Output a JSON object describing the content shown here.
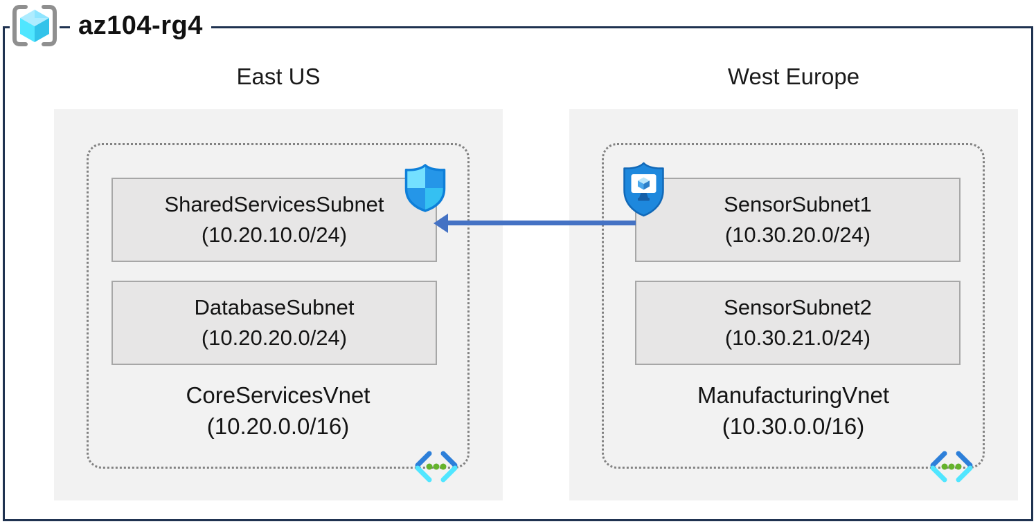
{
  "diagram": {
    "resource_group": {
      "name": "az104-rg4",
      "icon": "resource-group-brackets-cube"
    },
    "regions": [
      {
        "name": "East US",
        "vnet": {
          "name": "CoreServicesVnet",
          "cidr": "(10.20.0.0/16)",
          "icon": "virtual-network-chevrons",
          "subnets": [
            {
              "name": "SharedServicesSubnet",
              "cidr": "(10.20.10.0/24)",
              "badge_icon": "network-security-group-shield"
            },
            {
              "name": "DatabaseSubnet",
              "cidr": "(10.20.20.0/24)",
              "badge_icon": null
            }
          ]
        }
      },
      {
        "name": "West Europe",
        "vnet": {
          "name": "ManufacturingVnet",
          "cidr": "(10.30.0.0/16)",
          "icon": "virtual-network-chevrons",
          "subnets": [
            {
              "name": "SensorSubnet1",
              "cidr": "(10.30.20.0/24)",
              "badge_icon": "application-security-group-shield-monitor"
            },
            {
              "name": "SensorSubnet2",
              "cidr": "(10.30.21.0/24)",
              "badge_icon": null
            }
          ]
        }
      }
    ],
    "connection": {
      "from": "SensorSubnet1",
      "to": "SharedServicesSubnet",
      "direction": "right-to-left",
      "color": "#4472C4"
    },
    "colors": {
      "frame_border": "#1F3250",
      "region_fill": "#F2F2F2",
      "subnet_fill": "#E7E6E6",
      "subnet_border": "#A7A7A7",
      "vnet_dotted_border": "#828282",
      "arrow": "#4472C4",
      "vnet_chevron_blue": "#2D7FD9",
      "vnet_chevron_cyan": "#50E6FF",
      "vnet_dot_green": "#64B32C"
    }
  }
}
